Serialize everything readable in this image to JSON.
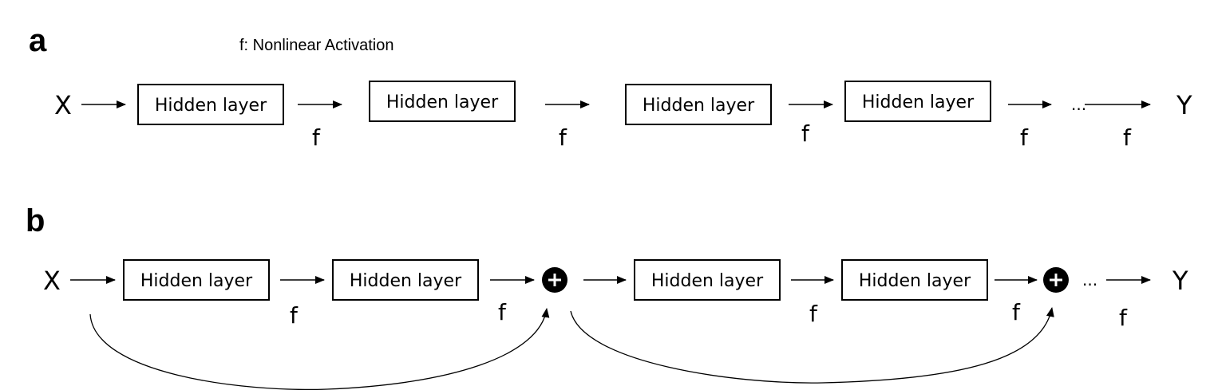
{
  "legend": "f: Nonlinear Activation",
  "panel_a": {
    "label": "a",
    "input": "X",
    "output": "Y",
    "box_label": "Hidden layer",
    "activation": "f",
    "ellipsis": "..."
  },
  "panel_b": {
    "label": "b",
    "input": "X",
    "output": "Y",
    "box_label": "Hidden layer",
    "activation": "f",
    "ellipsis": "..."
  }
}
